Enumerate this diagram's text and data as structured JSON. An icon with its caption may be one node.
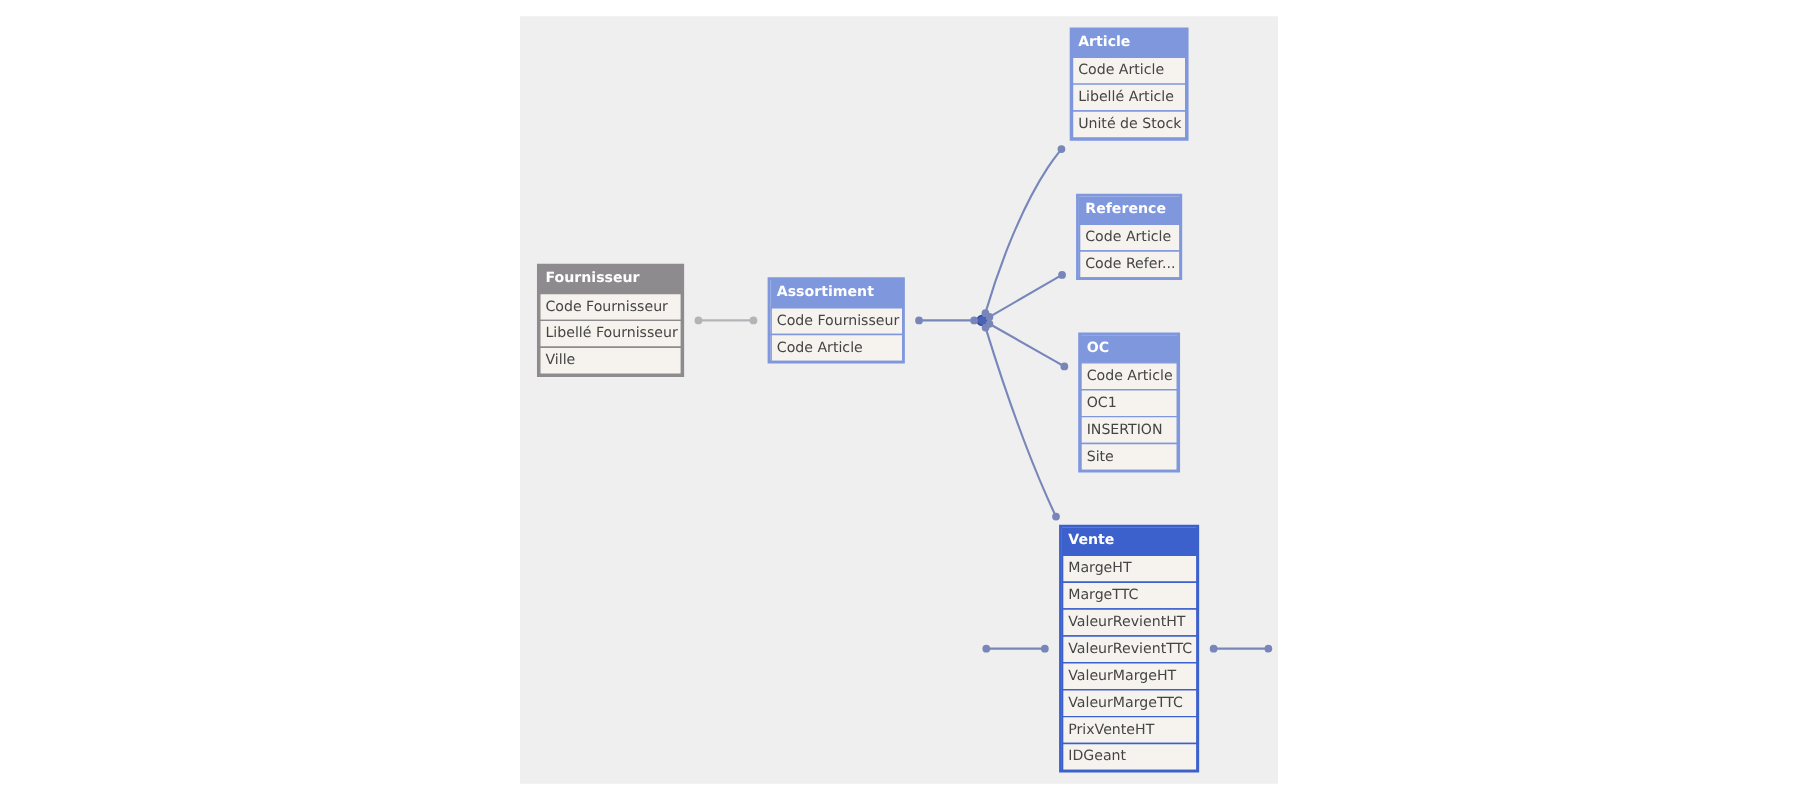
{
  "diagram": {
    "nodes": [
      {
        "text": [
          "Fournisseur",
          "Code Fournisseur",
          "Libellé Fournisseur",
          "Ville"
        ]
      },
      {
        "text": [
          "Assortiment",
          "Code Fournisseur",
          "Code Article"
        ]
      },
      {
        "text": [
          "Article",
          "Code Article",
          "Libellé Article",
          "Unité de Stock"
        ]
      },
      {
        "text": [],
        "shape": "circle"
      },
      {
        "text": [
          "Reference",
          "Code Article",
          "Code Refer..."
        ]
      },
      {
        "text": [
          "OC",
          "Code Article",
          "OC1",
          "INSERTION",
          "Site"
        ]
      },
      {
        "text": [
          "Vente",
          "MargeHT",
          "MargeTTC",
          "ValeurRevientHT",
          "ValeurRevientTTC",
          "ValeurMargeHT",
          "ValeurMargeTTC",
          "PrixVenteHT",
          "IDGeant"
        ]
      }
    ],
    "edges": [
      {
        "from": 0,
        "to": 1,
        "arrow": "other",
        "color": "#b4b4b8"
      },
      {
        "from": 1,
        "to": 3,
        "arrow": "other"
      },
      {
        "from": 3,
        "to": 2,
        "arrow": "other"
      },
      {
        "from": 3,
        "to": 4,
        "arrow": "other"
      },
      {
        "from": 3,
        "to": 5,
        "arrow": "other"
      },
      {
        "from": 3,
        "to": 6,
        "arrow": "other"
      },
      {
        "from": null,
        "to": 6,
        "arrow": "other"
      },
      {
        "from": 6,
        "to": null,
        "arrow": "other"
      }
    ]
  }
}
